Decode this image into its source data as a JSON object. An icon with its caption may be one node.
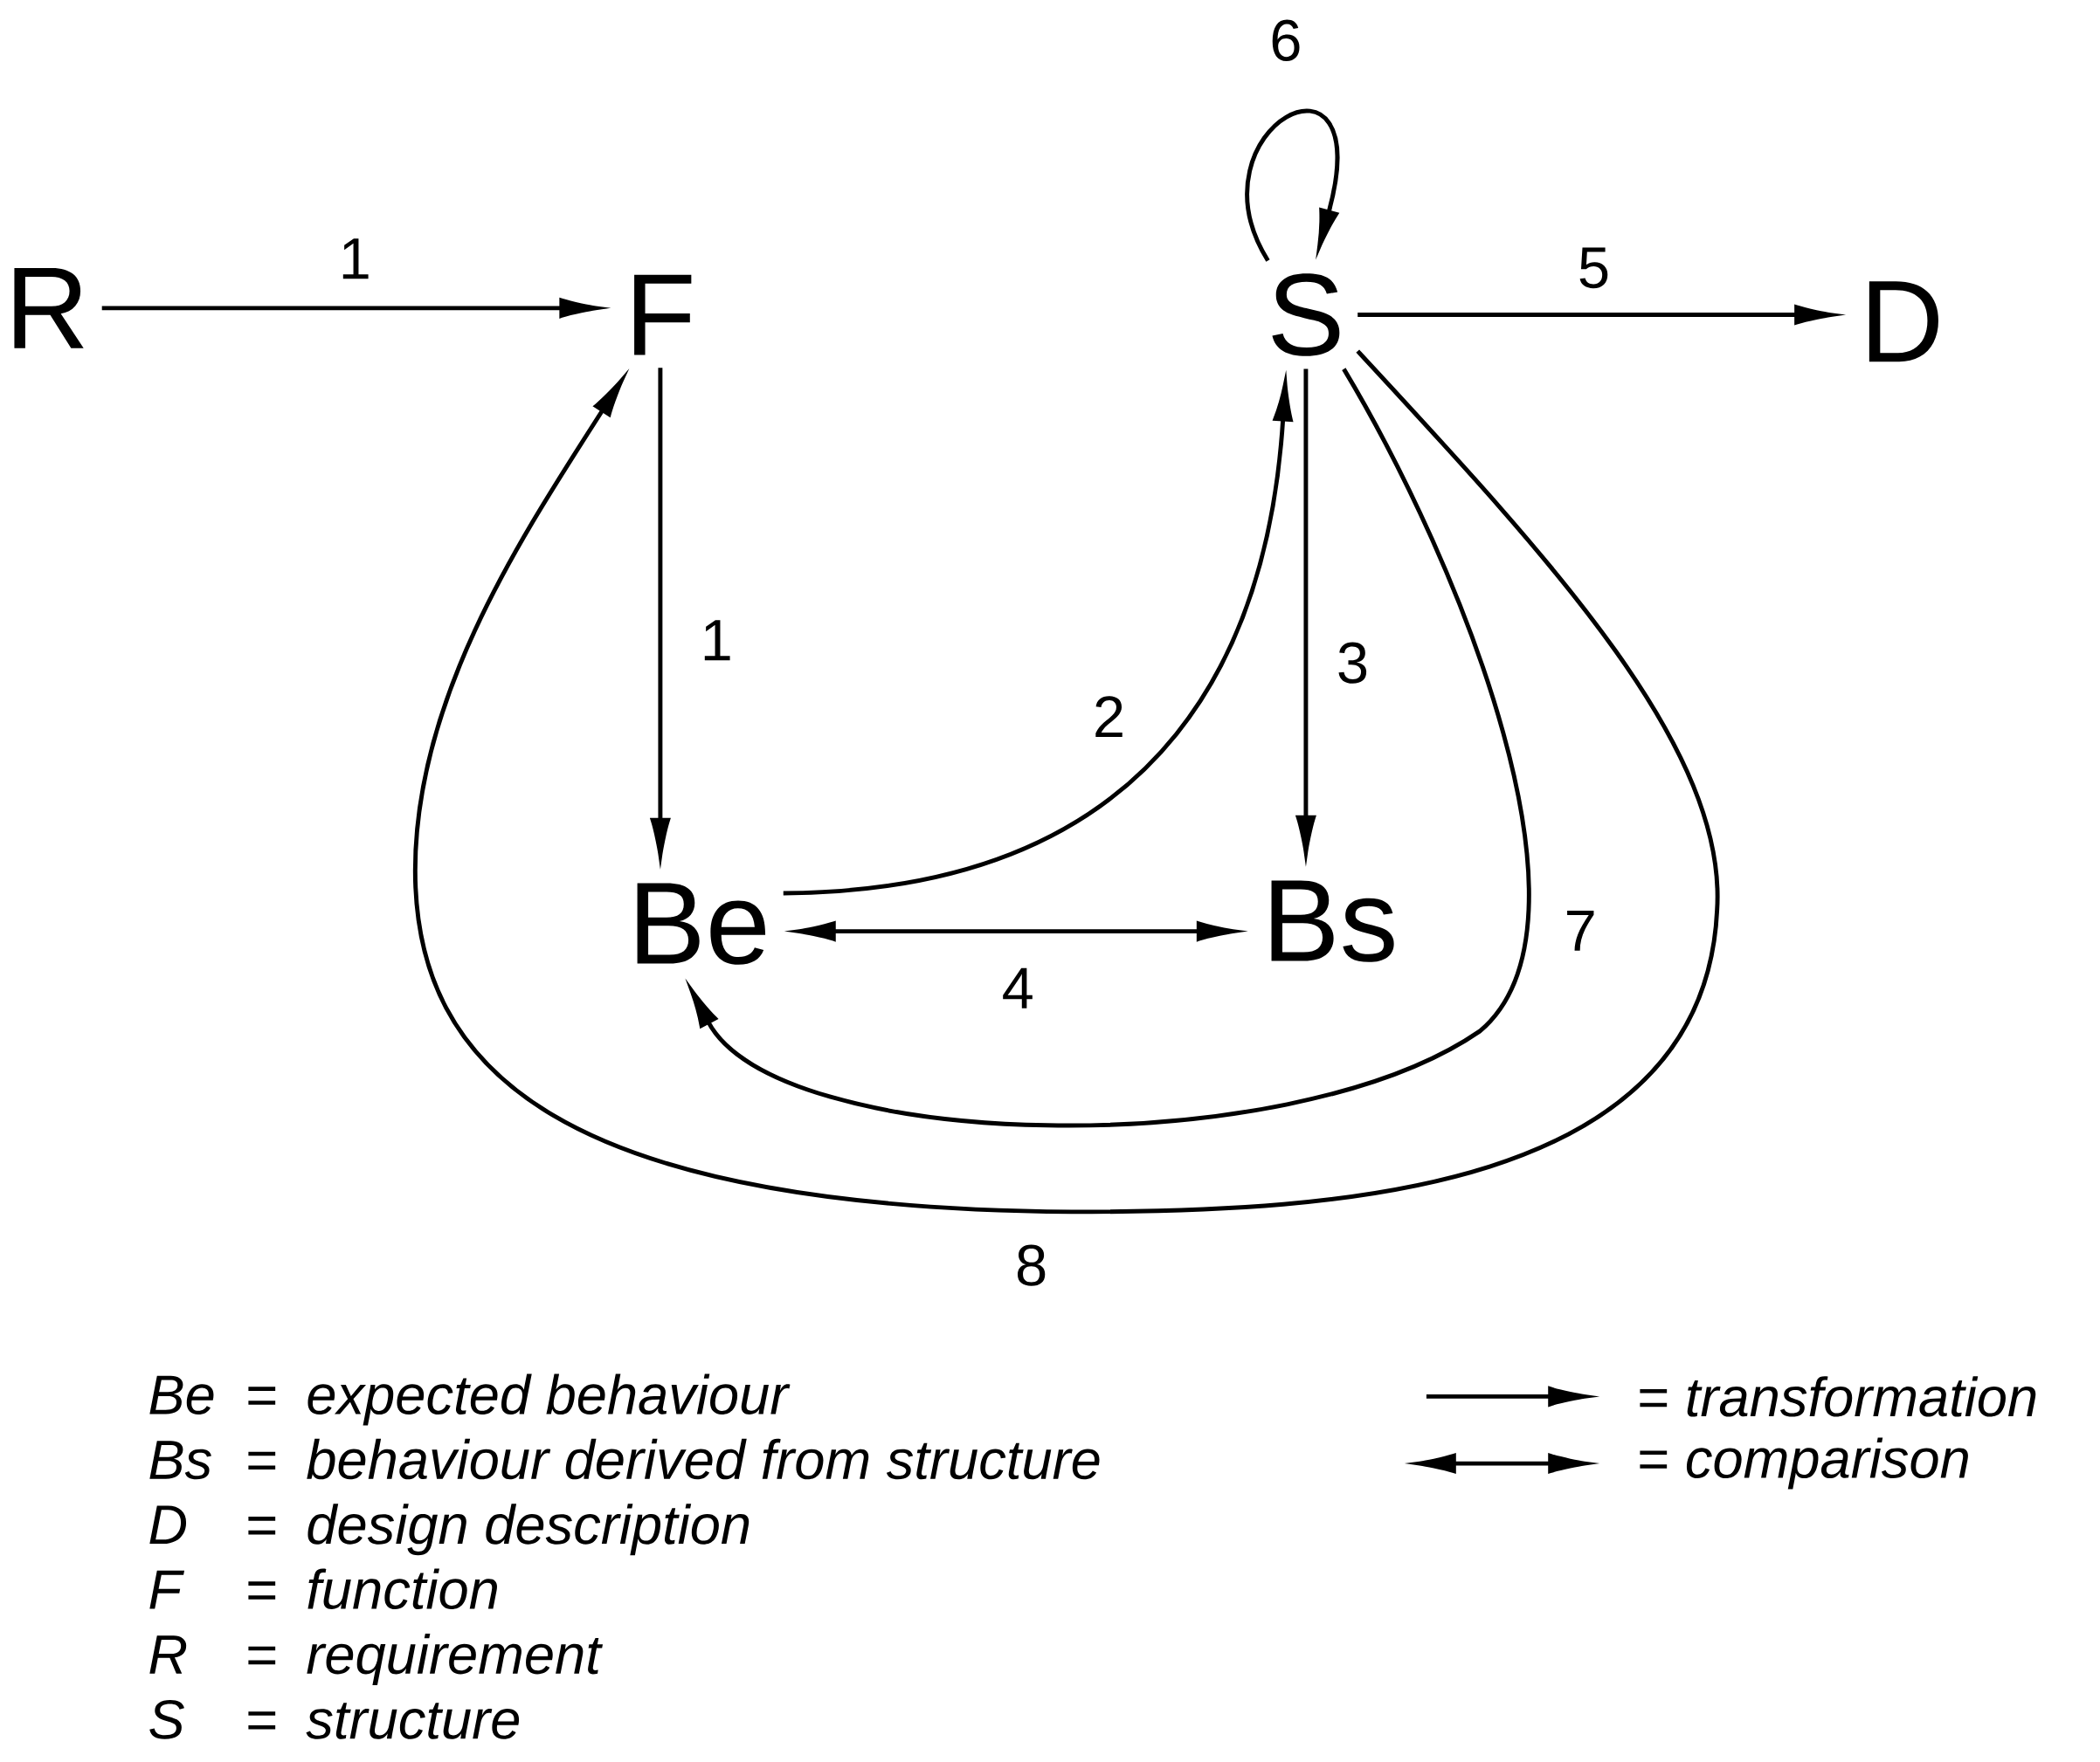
{
  "diagram": {
    "nodes": [
      {
        "text": [
          "R"
        ]
      },
      {
        "text": [
          "F"
        ]
      },
      {
        "text": [
          "S"
        ]
      },
      {
        "text": [
          "D"
        ]
      },
      {
        "text": [
          "Be"
        ]
      },
      {
        "text": [
          "Bs"
        ]
      }
    ],
    "edges": [
      {
        "from": 0,
        "to": 1,
        "arrow": "to",
        "label": "1"
      },
      {
        "from": 1,
        "to": 4,
        "arrow": "to",
        "label": "1"
      },
      {
        "from": 4,
        "to": 2,
        "arrow": "to",
        "label": "2"
      },
      {
        "from": 2,
        "to": 5,
        "arrow": "to",
        "label": "3"
      },
      {
        "from": 4,
        "to": 5,
        "arrow": "both",
        "label": "4"
      },
      {
        "from": 2,
        "to": 3,
        "arrow": "to",
        "label": "5"
      },
      {
        "from": 2,
        "to": 2,
        "arrow": "to",
        "label": "6"
      },
      {
        "from": 2,
        "to": 4,
        "arrow": "to",
        "label": "7"
      },
      {
        "from": 2,
        "to": 1,
        "arrow": "to",
        "label": "8"
      }
    ],
    "labels": [
      "Be",
      "=",
      "expected behaviour",
      "Bs",
      "=",
      "behaviour derived from structure",
      "D",
      "=",
      "design description",
      "F",
      "=",
      "function",
      "R",
      "=",
      "requirement",
      "S",
      "=",
      "structure"
    ],
    "legend": [
      {
        "text": "= *transformation*"
      },
      {
        "text": "= *comparison*"
      }
    ]
  }
}
